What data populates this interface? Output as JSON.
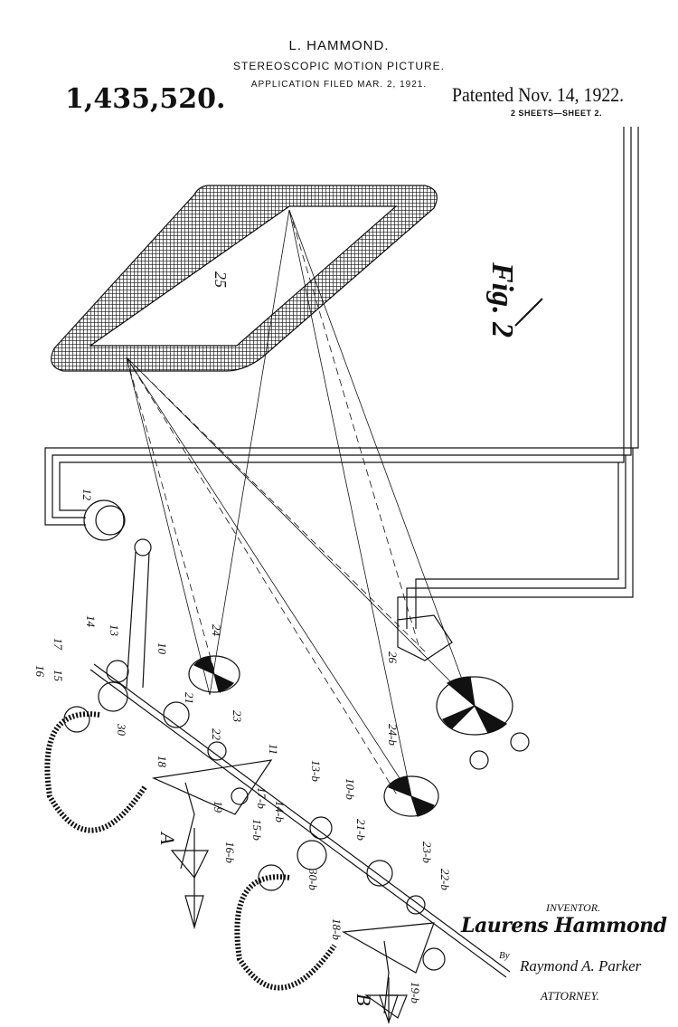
{
  "header": {
    "inventor": "L. HAMMOND.",
    "title": "STEREOSCOPIC MOTION PICTURE.",
    "filed": "APPLICATION FILED MAR. 2, 1921.",
    "patent_number": "1,435,520.",
    "patented": "Patented Nov. 14, 1922.",
    "sheets": "2 SHEETS—SHEET 2."
  },
  "figure": {
    "label": "Fig. 2",
    "refs": {
      "screen": "25",
      "motor": "12",
      "r14": "14",
      "r13": "13",
      "r17": "17",
      "r16": "16",
      "r15": "15",
      "r10": "10",
      "r21": "21",
      "r24": "24",
      "r30": "30",
      "r18": "18",
      "r22": "22",
      "r23": "23",
      "r11": "11",
      "r19": "19",
      "A": "A",
      "r26": "26",
      "r24b": "24-b",
      "r13b": "13-b",
      "r10b": "10-b",
      "r14b": "14-b",
      "r17b": "17-b",
      "r15b": "15-b",
      "r16b": "16-b",
      "r21b": "21-b",
      "r23b": "23-b",
      "r22b": "22-b",
      "r30b": "30-b",
      "r18b": "18-b",
      "r19b": "19-b",
      "B": "B"
    }
  },
  "footer": {
    "inventor_label": "INVENTOR.",
    "inventor_signature": "Laurens Hammond",
    "by": "By",
    "attorney_signature": "Raymond A. Parker",
    "attorney_label": "ATTORNEY."
  }
}
